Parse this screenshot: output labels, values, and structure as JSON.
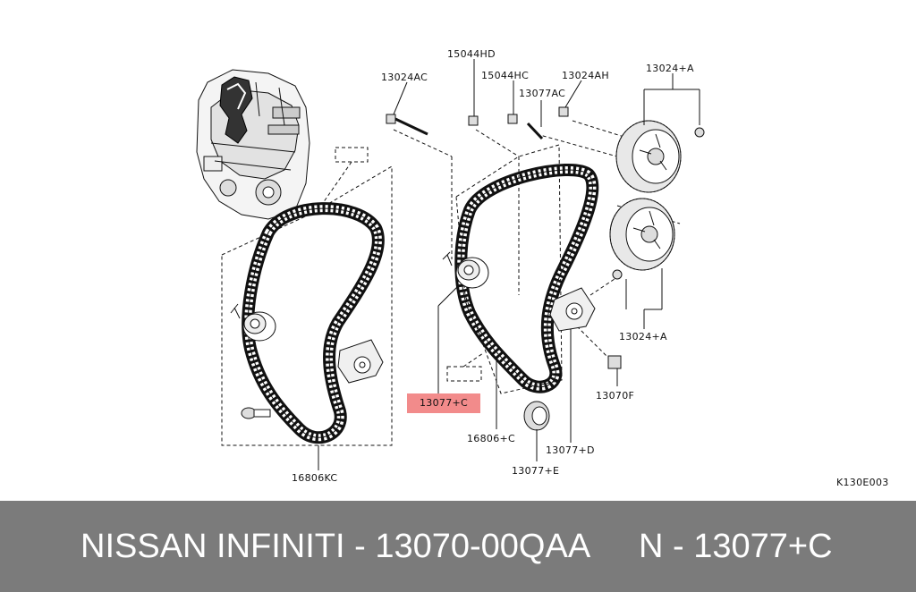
{
  "labels": {
    "p13024AC": "13024AC",
    "p15044HD": "15044HD",
    "p15044HC": "15044HC",
    "p13077AC": "13077AC",
    "p13024AH": "13024AH",
    "p13024A_top": "13024+A",
    "p13024A_bottom": "13024+A",
    "p13070F": "13070F",
    "p13077D": "13077+D",
    "p13077E": "13077+E",
    "p16806C": "16806+C",
    "p16806KC": "16806KC",
    "p13077C": "13077+C",
    "diagram_code": "K130E003"
  },
  "footer": {
    "part_info": "NISSAN INFINITI - 13070-00QAA",
    "ref_info": "N - 13077+C"
  },
  "colors": {
    "highlight": "#f28b8b",
    "footer_bg": "#7b7b7b",
    "footer_text": "#ffffff"
  }
}
